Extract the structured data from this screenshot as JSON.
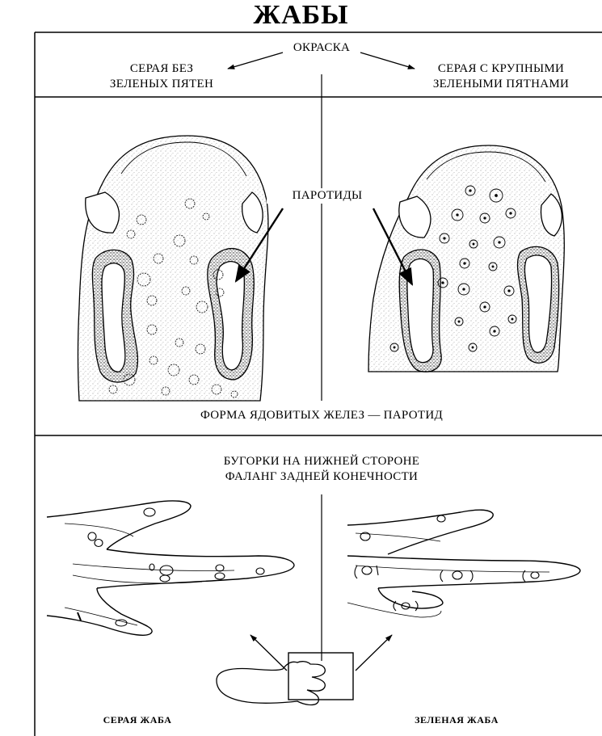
{
  "title": "ЖАБЫ",
  "header": {
    "coloration_label": "ОКРАСКА",
    "left_col_line1": "СЕРАЯ БЕЗ",
    "left_col_line2": "ЗЕЛЕНЫХ ПЯТЕН",
    "right_col_line1": "СЕРАЯ С КРУПНЫМИ",
    "right_col_line2": "ЗЕЛЕНЫМИ ПЯТНАМИ"
  },
  "heads": {
    "parotid_label": "ПАРОТИДЫ",
    "caption": "ФОРМА ЯДОВИТЫХ ЖЕЛЕЗ — ПАРОТИД"
  },
  "feet": {
    "heading_line1": "БУГОРКИ НА НИЖНЕЙ СТОРОНЕ",
    "heading_line2": "ФАЛАНГ ЗАДНЕЙ КОНЕЧНОСТИ",
    "left_species": "СЕРАЯ ЖАБА",
    "right_species": "ЗЕЛЕНАЯ ЖАБА"
  }
}
